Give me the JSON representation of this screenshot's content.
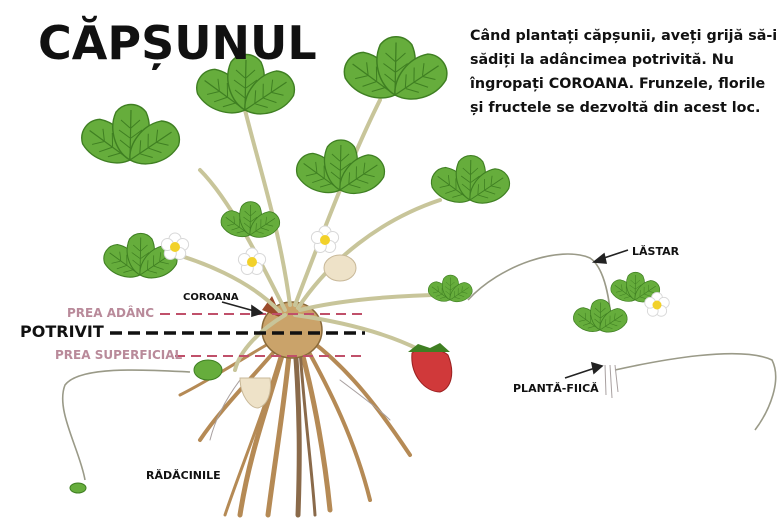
{
  "title": "CĂPȘUNUL",
  "note": "Când plantați căpșunii, aveți grijă să-i sădiți la adâncimea potrivită. Nu îngropați COROANA. Frunzele, florile și fructele se dezvoltă din acest loc.",
  "labels": {
    "crown": "COROANA",
    "runner": "LĂSTAR",
    "daughter_plant": "PLANTĂ-FIICĂ",
    "roots": "RĂDĂCINILE"
  },
  "depth_levels": {
    "too_deep": "PREA ADÂNC",
    "correct": "POTRIVIT",
    "too_shallow": "PREA SUPERFICIAL"
  },
  "colors": {
    "too_deep_line": "#c0506a",
    "correct_line": "#111111",
    "too_shallow_line": "#c0506a",
    "level_label_pink": "#b98a9a",
    "leaf_green": "#5fa83a",
    "leaf_dark": "#3f7f22",
    "stem": "#c8c59a",
    "root": "#b58a55",
    "strawberry_red": "#d0393a",
    "unripe_berry": "#eee2c8",
    "flower_center": "#f2d12a"
  }
}
